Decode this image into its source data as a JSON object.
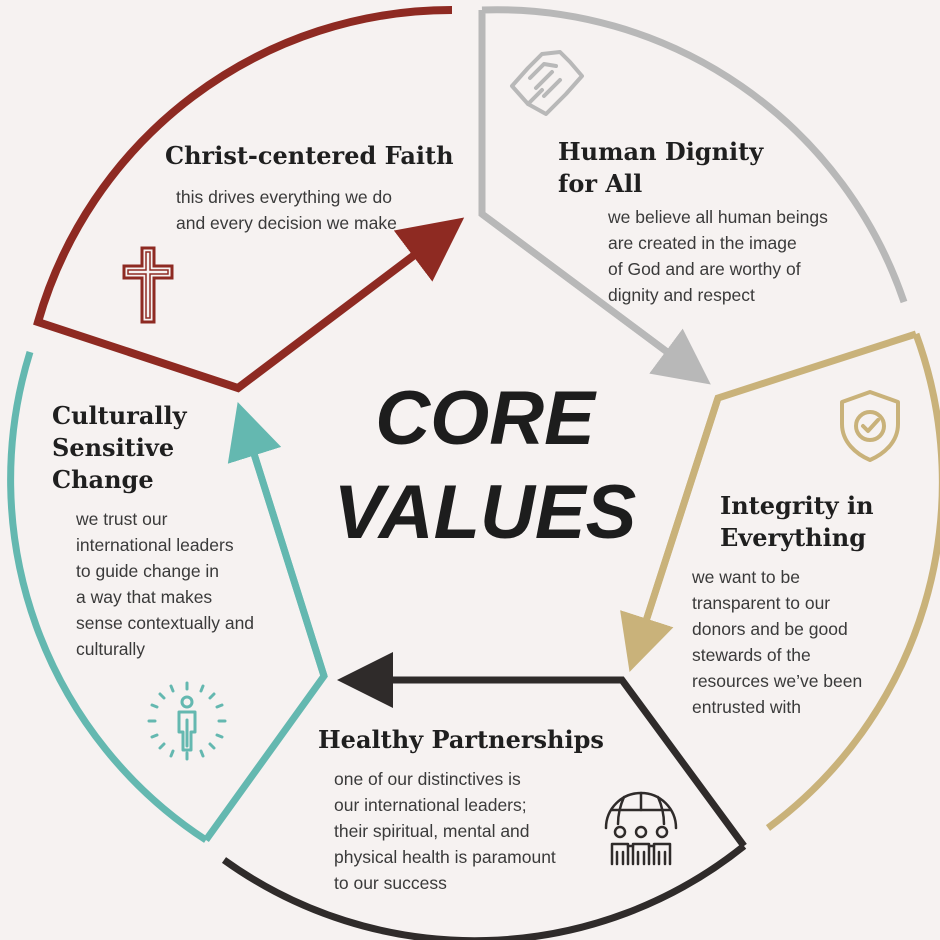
{
  "center_title": {
    "line1": "CORE",
    "line2": "VALUES"
  },
  "colors": {
    "faith": "#8e2a22",
    "dignity": "#b8b8b8",
    "integrity": "#c9b27a",
    "partnerships": "#2f2b2a",
    "culture": "#64b8b0"
  },
  "values": [
    {
      "key": "faith",
      "title": "Christ-centered Faith",
      "description": [
        "this drives everything we do",
        "and every decision we make"
      ],
      "icon": "cross-icon"
    },
    {
      "key": "dignity",
      "title": [
        "Human Dignity",
        "for All"
      ],
      "description": [
        "we believe all human beings",
        "are created in the image",
        "of God and are worthy of",
        "dignity and respect"
      ],
      "icon": "handshake-icon"
    },
    {
      "key": "integrity",
      "title": [
        "Integrity in",
        "Everything"
      ],
      "description": [
        "we want to be",
        "transparent to our",
        "donors and be good",
        "stewards of the",
        "resources we’ve been",
        "entrusted with"
      ],
      "icon": "shield-check-icon"
    },
    {
      "key": "partnerships",
      "title": "Healthy Partnerships",
      "description": [
        "one of our distinctives is",
        "our international leaders;",
        "their spiritual, mental and",
        "physical health is paramount",
        "to our success"
      ],
      "icon": "globe-people-icon"
    },
    {
      "key": "culture",
      "title": [
        "Culturally",
        "Sensitive",
        "Change"
      ],
      "description": [
        "we trust our",
        "international leaders",
        "to guide change in",
        "a way that makes",
        "sense contextually and",
        "culturally"
      ],
      "icon": "person-change-icon"
    }
  ]
}
